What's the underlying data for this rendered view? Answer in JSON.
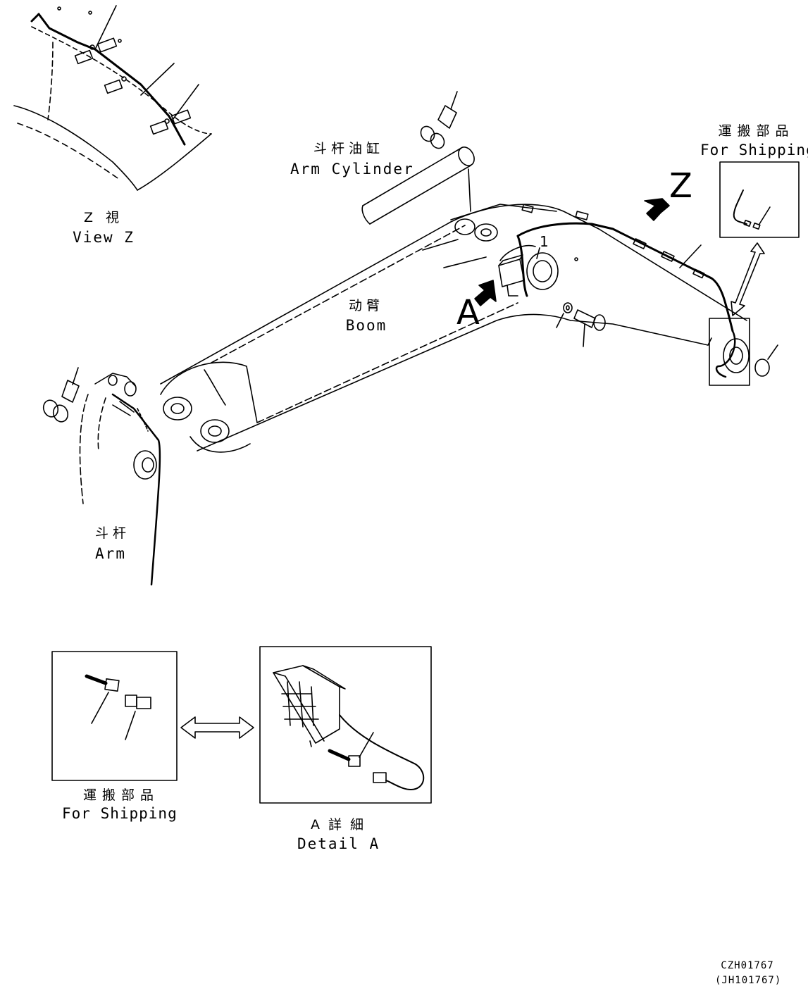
{
  "labels": {
    "view_z_cn": "Z 視",
    "view_z_en": "View Z",
    "arm_cylinder_cn": "斗杆油缸",
    "arm_cylinder_en": "Arm Cylinder",
    "boom_cn": "动臂",
    "boom_en": "Boom",
    "arm_cn": "斗杆",
    "arm_en": "Arm",
    "shipping_top_cn": "運 搬 部 品",
    "shipping_top_en": "For Shipping",
    "shipping_bottom_cn": "運 搬 部 品",
    "shipping_bottom_en": "For Shipping",
    "detail_a_cn": "A 詳 細",
    "detail_a_en": "Detail A",
    "callout_z": "Z",
    "callout_a": "A",
    "part_number": "1",
    "drawing_code": "CZH01767",
    "drawing_code_alt": "(JH101767)"
  },
  "colors": {
    "line": "#000000",
    "background": "#ffffff"
  }
}
